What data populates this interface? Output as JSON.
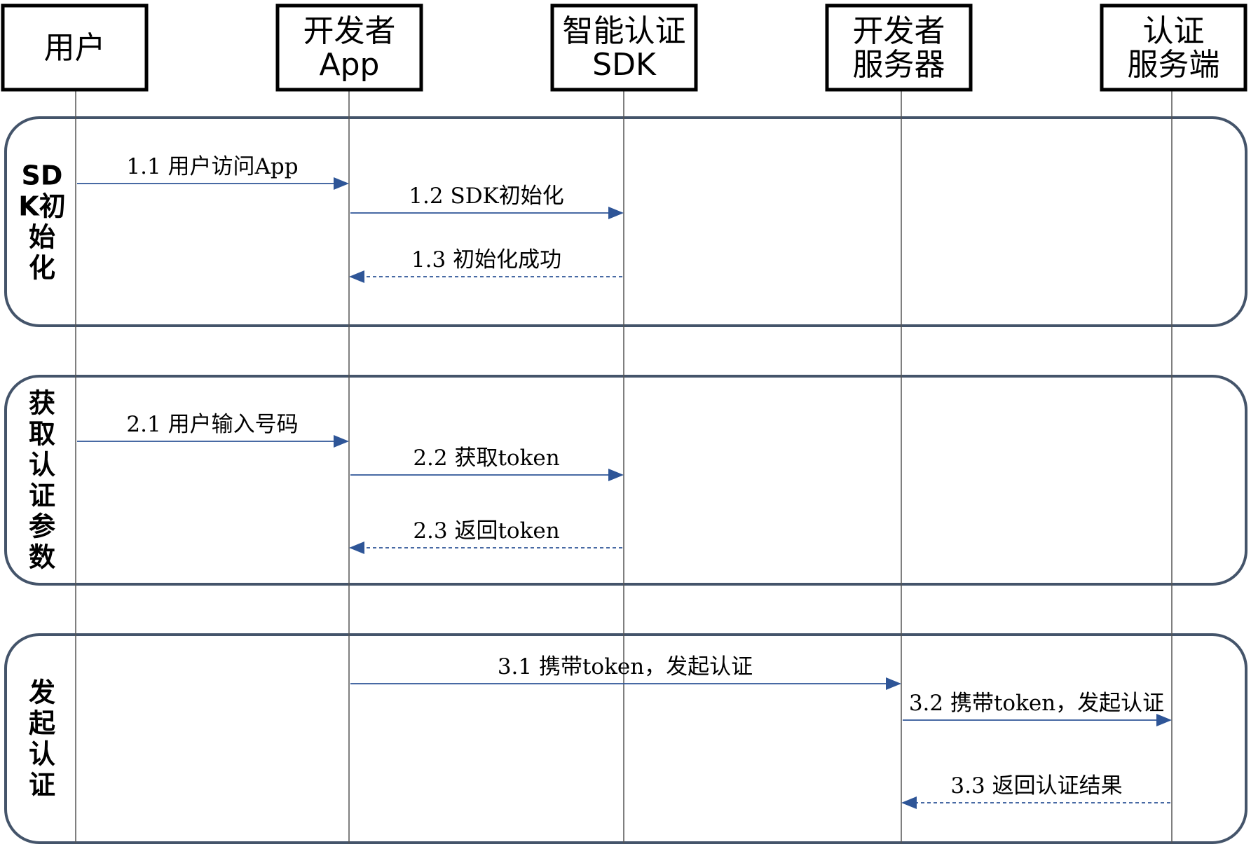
{
  "diagram": {
    "colors": {
      "arrow": "#2e5597",
      "lifeline": "#555555",
      "phase_border": "#44546a",
      "actor_border": "#000000"
    },
    "actors": [
      {
        "id": "user",
        "lines": [
          "用户"
        ]
      },
      {
        "id": "dev-app",
        "lines": [
          "开发者",
          "App"
        ]
      },
      {
        "id": "auth-sdk",
        "lines": [
          "智能认证",
          "SDK"
        ]
      },
      {
        "id": "dev-server",
        "lines": [
          "开发者",
          "服务器"
        ]
      },
      {
        "id": "auth-server",
        "lines": [
          "认证",
          "服务端"
        ]
      }
    ],
    "phases": [
      {
        "id": "sdk-init",
        "label_lines": [
          "SD",
          "K初",
          "始",
          "化"
        ],
        "messages": [
          {
            "from": "user",
            "to": "dev-app",
            "text": "1.1 用户访问App",
            "style": "solid"
          },
          {
            "from": "dev-app",
            "to": "auth-sdk",
            "text": "1.2 SDK初始化",
            "style": "solid"
          },
          {
            "from": "auth-sdk",
            "to": "dev-app",
            "text": "1.3 初始化成功",
            "style": "dashed"
          }
        ]
      },
      {
        "id": "get-auth-params",
        "label_lines": [
          "获",
          "取",
          "认",
          "证",
          "参",
          "数"
        ],
        "messages": [
          {
            "from": "user",
            "to": "dev-app",
            "text": "2.1 用户输入号码",
            "style": "solid"
          },
          {
            "from": "dev-app",
            "to": "auth-sdk",
            "text": "2.2 获取token",
            "style": "solid"
          },
          {
            "from": "auth-sdk",
            "to": "dev-app",
            "text": "2.3 返回token",
            "style": "dashed"
          }
        ]
      },
      {
        "id": "start-auth",
        "label_lines": [
          "发",
          "起",
          "认",
          "证"
        ],
        "messages": [
          {
            "from": "dev-app",
            "to": "dev-server",
            "text": "3.1 携带token，发起认证",
            "style": "solid"
          },
          {
            "from": "dev-server",
            "to": "auth-server",
            "text": "3.2 携带token，发起认证",
            "style": "solid"
          },
          {
            "from": "auth-server",
            "to": "dev-server",
            "text": "3.3 返回认证结果",
            "style": "dashed"
          }
        ]
      }
    ]
  }
}
